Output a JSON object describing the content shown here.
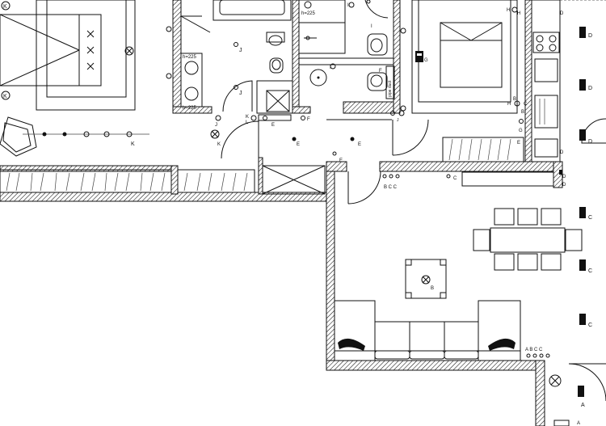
{
  "labels": {
    "bath_height_1": "h=225",
    "bath_height_2": "h=225",
    "bath_height_3": "h=225",
    "k_left_top": "K",
    "k_left_mid": "K",
    "k_light_row": "K",
    "k_hall_1": "K",
    "k_hall_2": "K",
    "j_bath_1": "J",
    "j_bath_2": "J",
    "j_hall": "J",
    "j_bath_right": "J",
    "i_small_1": "I",
    "i_small_2": "I",
    "i_small_3": "I",
    "e_hall_1": "E",
    "e_hall_2": "E",
    "e_hall_3": "E",
    "e_hall_4": "E",
    "l_hall": "L",
    "f_hall_1": "F",
    "f_hall_2": "F",
    "g_bed": "G",
    "g_bed_2": "G",
    "h_top": "H",
    "h_mid": "H",
    "h_low": "H",
    "d_1": "D",
    "d_2": "D",
    "d_3": "D",
    "d_4": "D",
    "d_5": "D",
    "d_6": "D",
    "d_7": "D",
    "c_1": "C",
    "c_2": "C",
    "c_3": "C",
    "c_4": "C",
    "c_5": "C",
    "b_1": "B",
    "b_2": "B",
    "b_table": "B",
    "a_1": "A",
    "a_2": "A",
    "a_group": "A B C C",
    "b_group": "B C C",
    "e_corner": "E",
    "stair_label": "pipe duct"
  }
}
